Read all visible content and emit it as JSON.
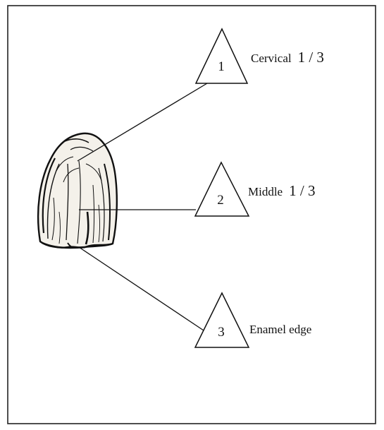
{
  "labels": [
    {
      "number": "1",
      "text": "Cervical",
      "fraction": "1 / 3"
    },
    {
      "number": "2",
      "text": "Middle",
      "fraction": "1 / 3"
    },
    {
      "number": "3",
      "text": "Enamel edge",
      "fraction": ""
    }
  ],
  "colors": {
    "ink": "#111111",
    "frame": "#222222",
    "background": "#ffffff"
  }
}
